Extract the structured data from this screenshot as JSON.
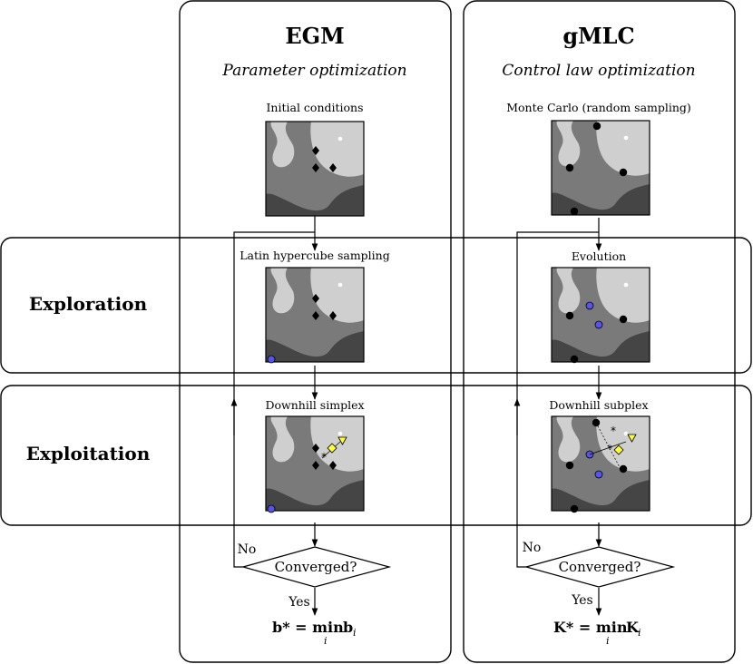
{
  "columns": {
    "egm": {
      "title": "EGM",
      "subtitle": "Parameter optimization",
      "panels": [
        "Initial conditions",
        "Latin hypercube sampling",
        "Downhill simplex"
      ],
      "decision": "Converged?",
      "no_label": "No",
      "yes_label": "Yes",
      "result": {
        "lhs": "b* = min",
        "sub": "i",
        "rhs": "b",
        "rhs_sub": "i"
      }
    },
    "gmlc": {
      "title": "gMLC",
      "subtitle": "Control law optimization",
      "panels": [
        "Monte Carlo (random sampling)",
        "Evolution",
        "Downhill subplex"
      ],
      "decision": "Converged?",
      "no_label": "No",
      "yes_label": "Yes",
      "result": {
        "lhs": "K* = min",
        "sub": "i",
        "rhs": "K",
        "rhs_sub": "i"
      }
    }
  },
  "bands": {
    "exploration": "Exploration",
    "exploitation": "Exploitation"
  },
  "colors": {
    "landscape_dark": "#454545",
    "landscape_mid": "#7a7a7a",
    "landscape_light": "#cfcfcf",
    "sample_black": "#000000",
    "sample_blue": "#5555ee",
    "sample_yellow": "#ffff33"
  }
}
